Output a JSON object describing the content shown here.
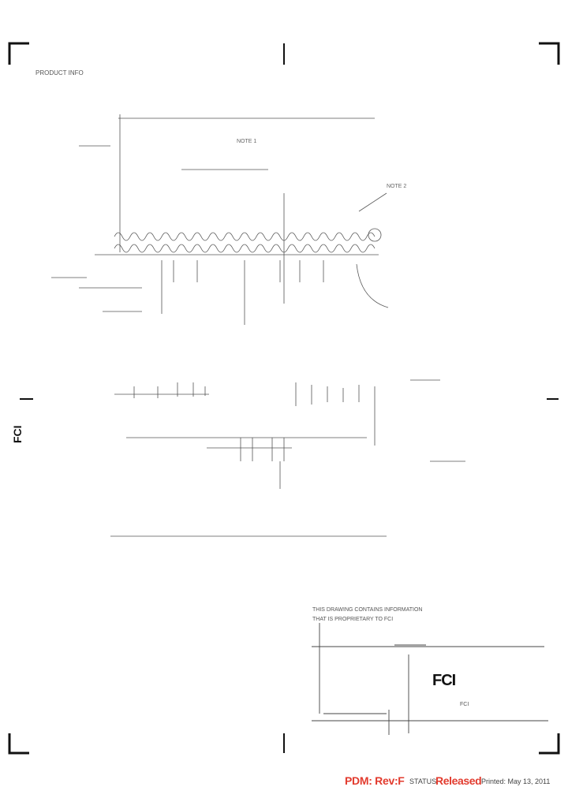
{
  "drawing": {
    "top_note": "PRODUCT INFO",
    "notes": [
      "NOTE 1",
      "NOTE 2"
    ]
  },
  "title_block": {
    "company_logo": "FCI",
    "rows": [
      "THIS DRAWING CONTAINS INFORMATION",
      "THAT IS PROPRIETARY TO FCI"
    ],
    "company_name": "FCI"
  },
  "footer": {
    "pdm": "PDM: Rev:F",
    "status_label": "STATUS:",
    "status_value": "Released",
    "printed": "Printed: May 13, 2011"
  },
  "colors": {
    "accent": "#e23b2e",
    "line": "#222222"
  }
}
